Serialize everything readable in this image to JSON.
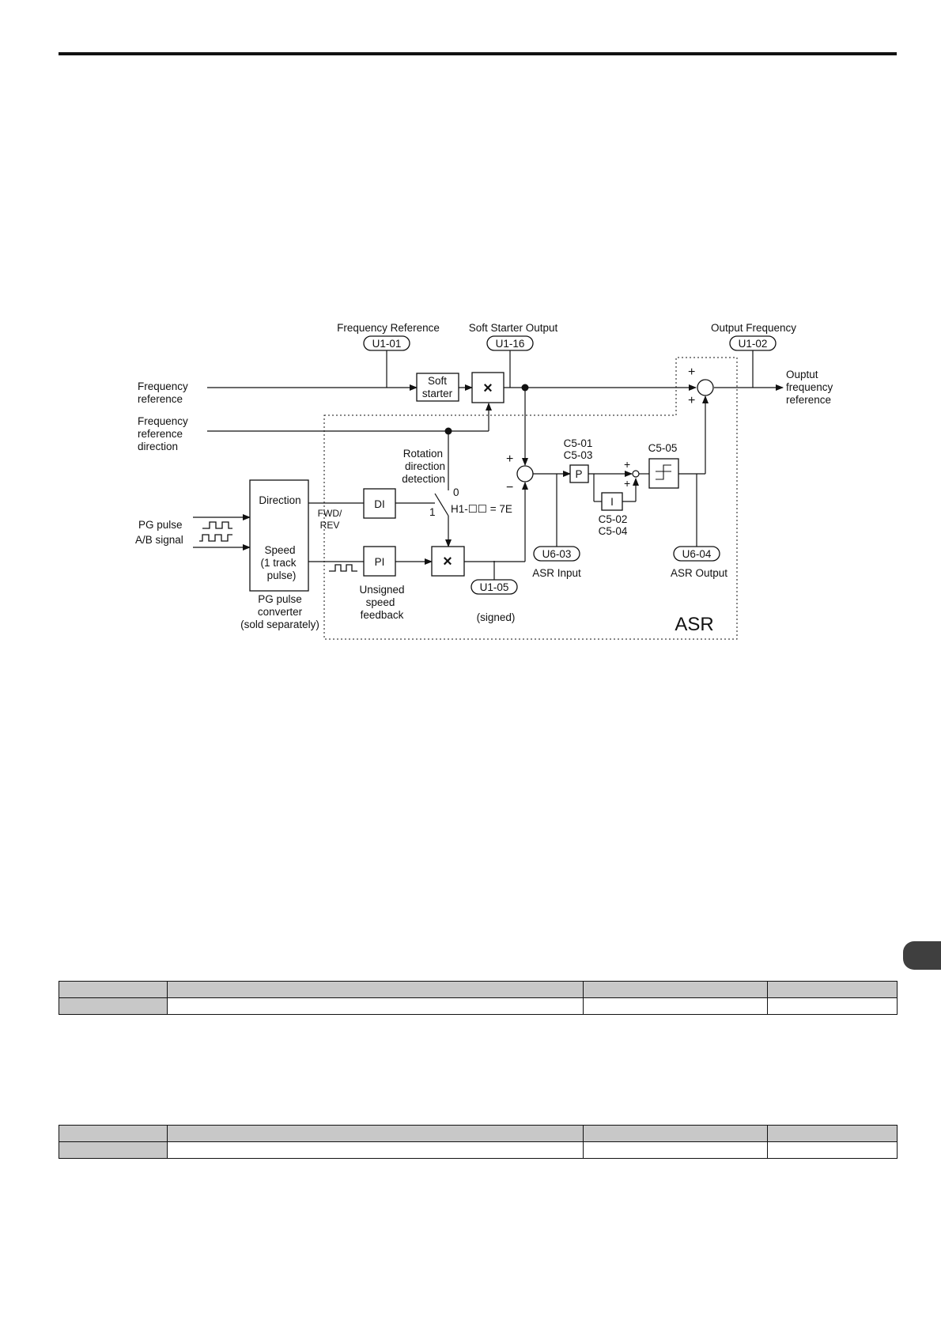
{
  "diagram": {
    "top_labels": {
      "frequency_reference": "Frequency Reference",
      "soft_starter_output": "Soft Starter Output",
      "output_frequency": "Output Frequency"
    },
    "monitors": {
      "u1_01": "U1-01",
      "u1_16": "U1-16",
      "u1_02": "U1-02",
      "u6_03": "U6-03",
      "u6_04": "U6-04",
      "u1_05": "U1-05"
    },
    "inputs": {
      "freq_ref": [
        "Frequency",
        "reference"
      ],
      "freq_ref_dir": [
        "Frequency",
        "reference",
        "direction"
      ],
      "pg_pulse": [
        "PG pulse",
        "A/B  signal"
      ]
    },
    "output": [
      "Ouptut",
      "frequency",
      "reference"
    ],
    "blocks": {
      "soft_starter": [
        "Soft",
        "starter"
      ],
      "multiply": "×",
      "direction": "Direction",
      "speed": [
        "Speed",
        "(1 track",
        "pulse)"
      ],
      "di": "DI",
      "pi": "PI",
      "p": "P",
      "i": "I"
    },
    "labels": {
      "rotation_detection": [
        "Rotation",
        "direction",
        "detection"
      ],
      "switch_0": "0",
      "switch_1": "1",
      "h1_setting": "H1-☐☐ = 7E",
      "fwd_rev": [
        "FWD/",
        "REV"
      ],
      "c5_01_03": [
        "C5-01",
        "C5-03"
      ],
      "c5_02_04": [
        "C5-02",
        "C5-04"
      ],
      "c5_05": "C5-05",
      "asr_input": "ASR Input",
      "asr_output": "ASR Output",
      "unsigned_speed": [
        "Unsigned",
        "speed",
        "feedback"
      ],
      "signed": "(signed)",
      "pg_converter": [
        "PG pulse",
        "converter",
        "(sold separately)"
      ],
      "asr": "ASR",
      "plus": "+",
      "minus": "−"
    }
  },
  "colors": {
    "ink": "#111111",
    "table_header": "#c8c8c8",
    "side_tab": "#3f3f3f"
  }
}
